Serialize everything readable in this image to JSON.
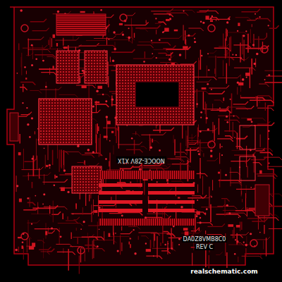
{
  "diagram": {
    "labels": [
      "NOOCE-Z8V X1X",
      "DA0Z8VMB8C0",
      "REV C",
      "realschematic.com"
    ]
  }
}
